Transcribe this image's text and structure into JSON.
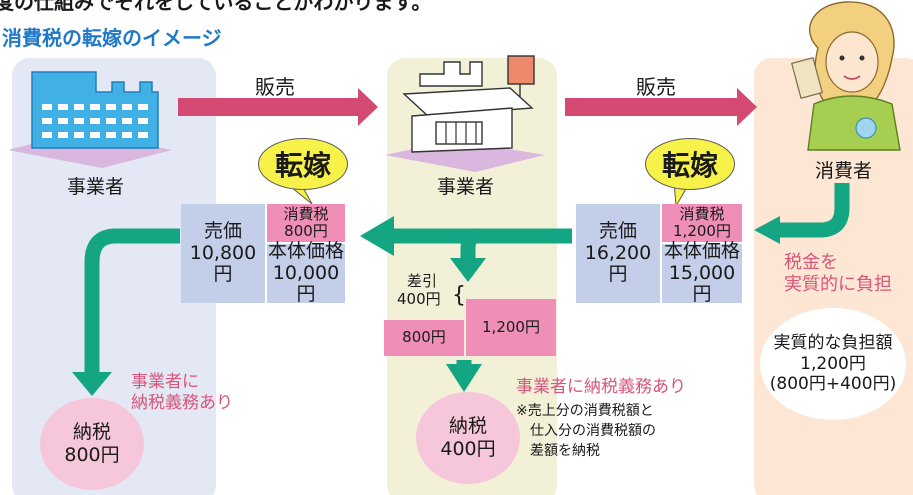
{
  "header": {
    "top_text": "度の仕組みでそれをしていることがわかります。",
    "title": "消費税の転嫁のイメージ"
  },
  "flow": {
    "sale_left": "販売",
    "sale_right": "販売",
    "tenka_left": "転嫁",
    "tenka_right": "転嫁"
  },
  "actors": {
    "left": "事業者",
    "middle": "事業者",
    "right": "消費者"
  },
  "left_price": {
    "sale_label": "売価",
    "sale_value": "10,800円",
    "tax_label": "消費税",
    "tax_value": "800円",
    "body_label": "本体価格",
    "body_value": "10,000円"
  },
  "right_price": {
    "sale_label": "売価",
    "sale_value": "16,200円",
    "tax_label": "消費税",
    "tax_value": "1,200円",
    "body_label": "本体価格",
    "body_value": "15,000円"
  },
  "difference": {
    "label": "差引",
    "value": "400円",
    "brace": "{",
    "small": "800円",
    "large": "1,200円"
  },
  "left_duty": {
    "line1": "事業者に",
    "line2": "納税義務あり"
  },
  "middle_duty": "事業者に納税義務あり",
  "note": {
    "line1": "※売上分の消費税額と",
    "line2": "仕入分の消費税額の",
    "line3": "差額を納税"
  },
  "consumer_note": {
    "line1": "税金を",
    "line2": "実質的に負担"
  },
  "burden": {
    "title": "実質的な負担額",
    "value": "1,200円",
    "detail": "(800円+400円)"
  },
  "payments": {
    "left_label": "納税",
    "left_value": "800円",
    "middle_label": "納税",
    "middle_value": "400円"
  },
  "colors": {
    "left_column": "#e3e8f4",
    "middle_column": "#f3f0d8",
    "right_column": "#fde6d4",
    "arrow_pink": "#d44a72",
    "arrow_green": "#14a583",
    "price_blue": "#c3cfe9",
    "tax_pink": "#ef8fb7",
    "bubble_yellow": "#f6f24a",
    "circle_pink": "#f6c6da"
  }
}
